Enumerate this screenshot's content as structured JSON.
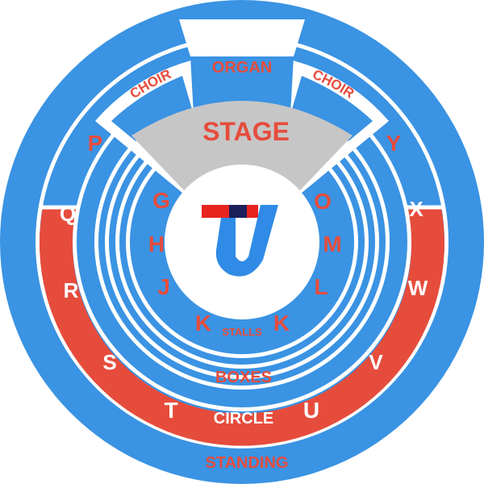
{
  "colors": {
    "blue": "#3a93e3",
    "red": "#e64c3c",
    "gray": "#c6c6c6",
    "white": "#ffffff",
    "logo_red": "#e8231f",
    "logo_navy": "#1b1f5a",
    "logo_blue": "#2f8be6"
  },
  "sections": {
    "organ": "ORGAN",
    "choir_left": "CHOIR",
    "choir_right": "CHOIR",
    "stage": "STAGE",
    "stalls": "STALLS",
    "boxes": "BOXES",
    "circle": "CIRCLE",
    "standing": "STANDING"
  },
  "blocks": {
    "p": "P",
    "q": "Q",
    "r": "R",
    "s": "S",
    "t": "T",
    "u": "U",
    "v": "V",
    "w": "W",
    "x": "X",
    "y": "Y",
    "g": "G",
    "h": "H",
    "j": "J",
    "k_left": "K",
    "k_right": "K",
    "l": "L",
    "m": "M",
    "o": "O"
  },
  "logo": {
    "name": "venue-logo"
  }
}
